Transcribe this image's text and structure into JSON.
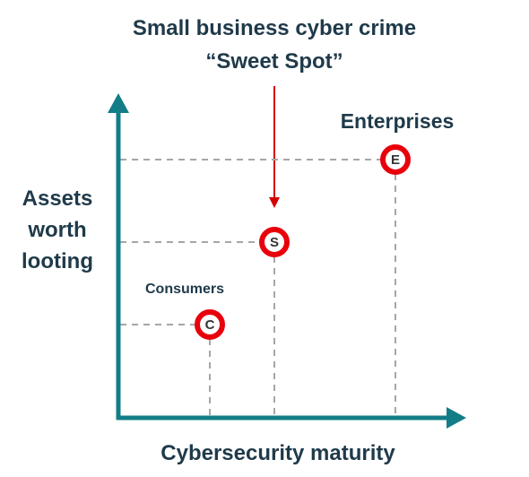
{
  "title": {
    "line1": "Small business cyber crime",
    "line2": "“Sweet Spot”"
  },
  "y_axis": {
    "lines": [
      "Assets",
      "worth",
      "looting"
    ]
  },
  "x_axis": {
    "label": "Cybersecurity maturity"
  },
  "colors": {
    "axis": "#127d87",
    "marker": "#e8000b",
    "arrow": "#d50000",
    "guide": "#a6a6a6",
    "text": "#1f3a4a"
  },
  "chart_data": {
    "type": "scatter",
    "points": [
      {
        "marker": "C",
        "label": "Consumers",
        "x": 1,
        "y": 1
      },
      {
        "marker": "S",
        "label": "",
        "x": 2,
        "y": 2
      },
      {
        "marker": "E",
        "label": "Enterprises",
        "x": 3,
        "y": 3
      }
    ],
    "annotation": "Small business cyber crime “Sweet Spot”",
    "annotation_target": "S",
    "grid": false
  }
}
